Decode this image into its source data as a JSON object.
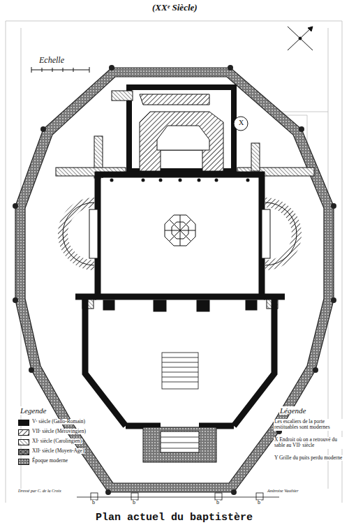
{
  "diagram": {
    "title": "(XXᵉ Siècle)",
    "caption": "Plan actuel du baptistère",
    "labels": [
      "Echelle",
      "X",
      "Legende",
      "Légende",
      "Les escaliers de la porte restituables sont modernes",
      "X Endroit où on a retrouvé du sable au VIIᵉ siècle",
      "Y Grille du puits perdu moderne",
      "b",
      "b",
      "b",
      "b",
      "Dressé par C. de la Croix",
      "Ambroise Vauthier"
    ],
    "legend": [
      {
        "text": "Vᵉ siècle (Gallo-Romain)",
        "color": "#111111"
      },
      {
        "text": "VIIᵉ siècle (Mérovingien)"
      },
      {
        "text": "XIᵉ siècle (Carolingien)"
      },
      {
        "text": "XIIᵉ siècle (Moyen-Age)"
      },
      {
        "text": "Époque moderne"
      }
    ]
  }
}
